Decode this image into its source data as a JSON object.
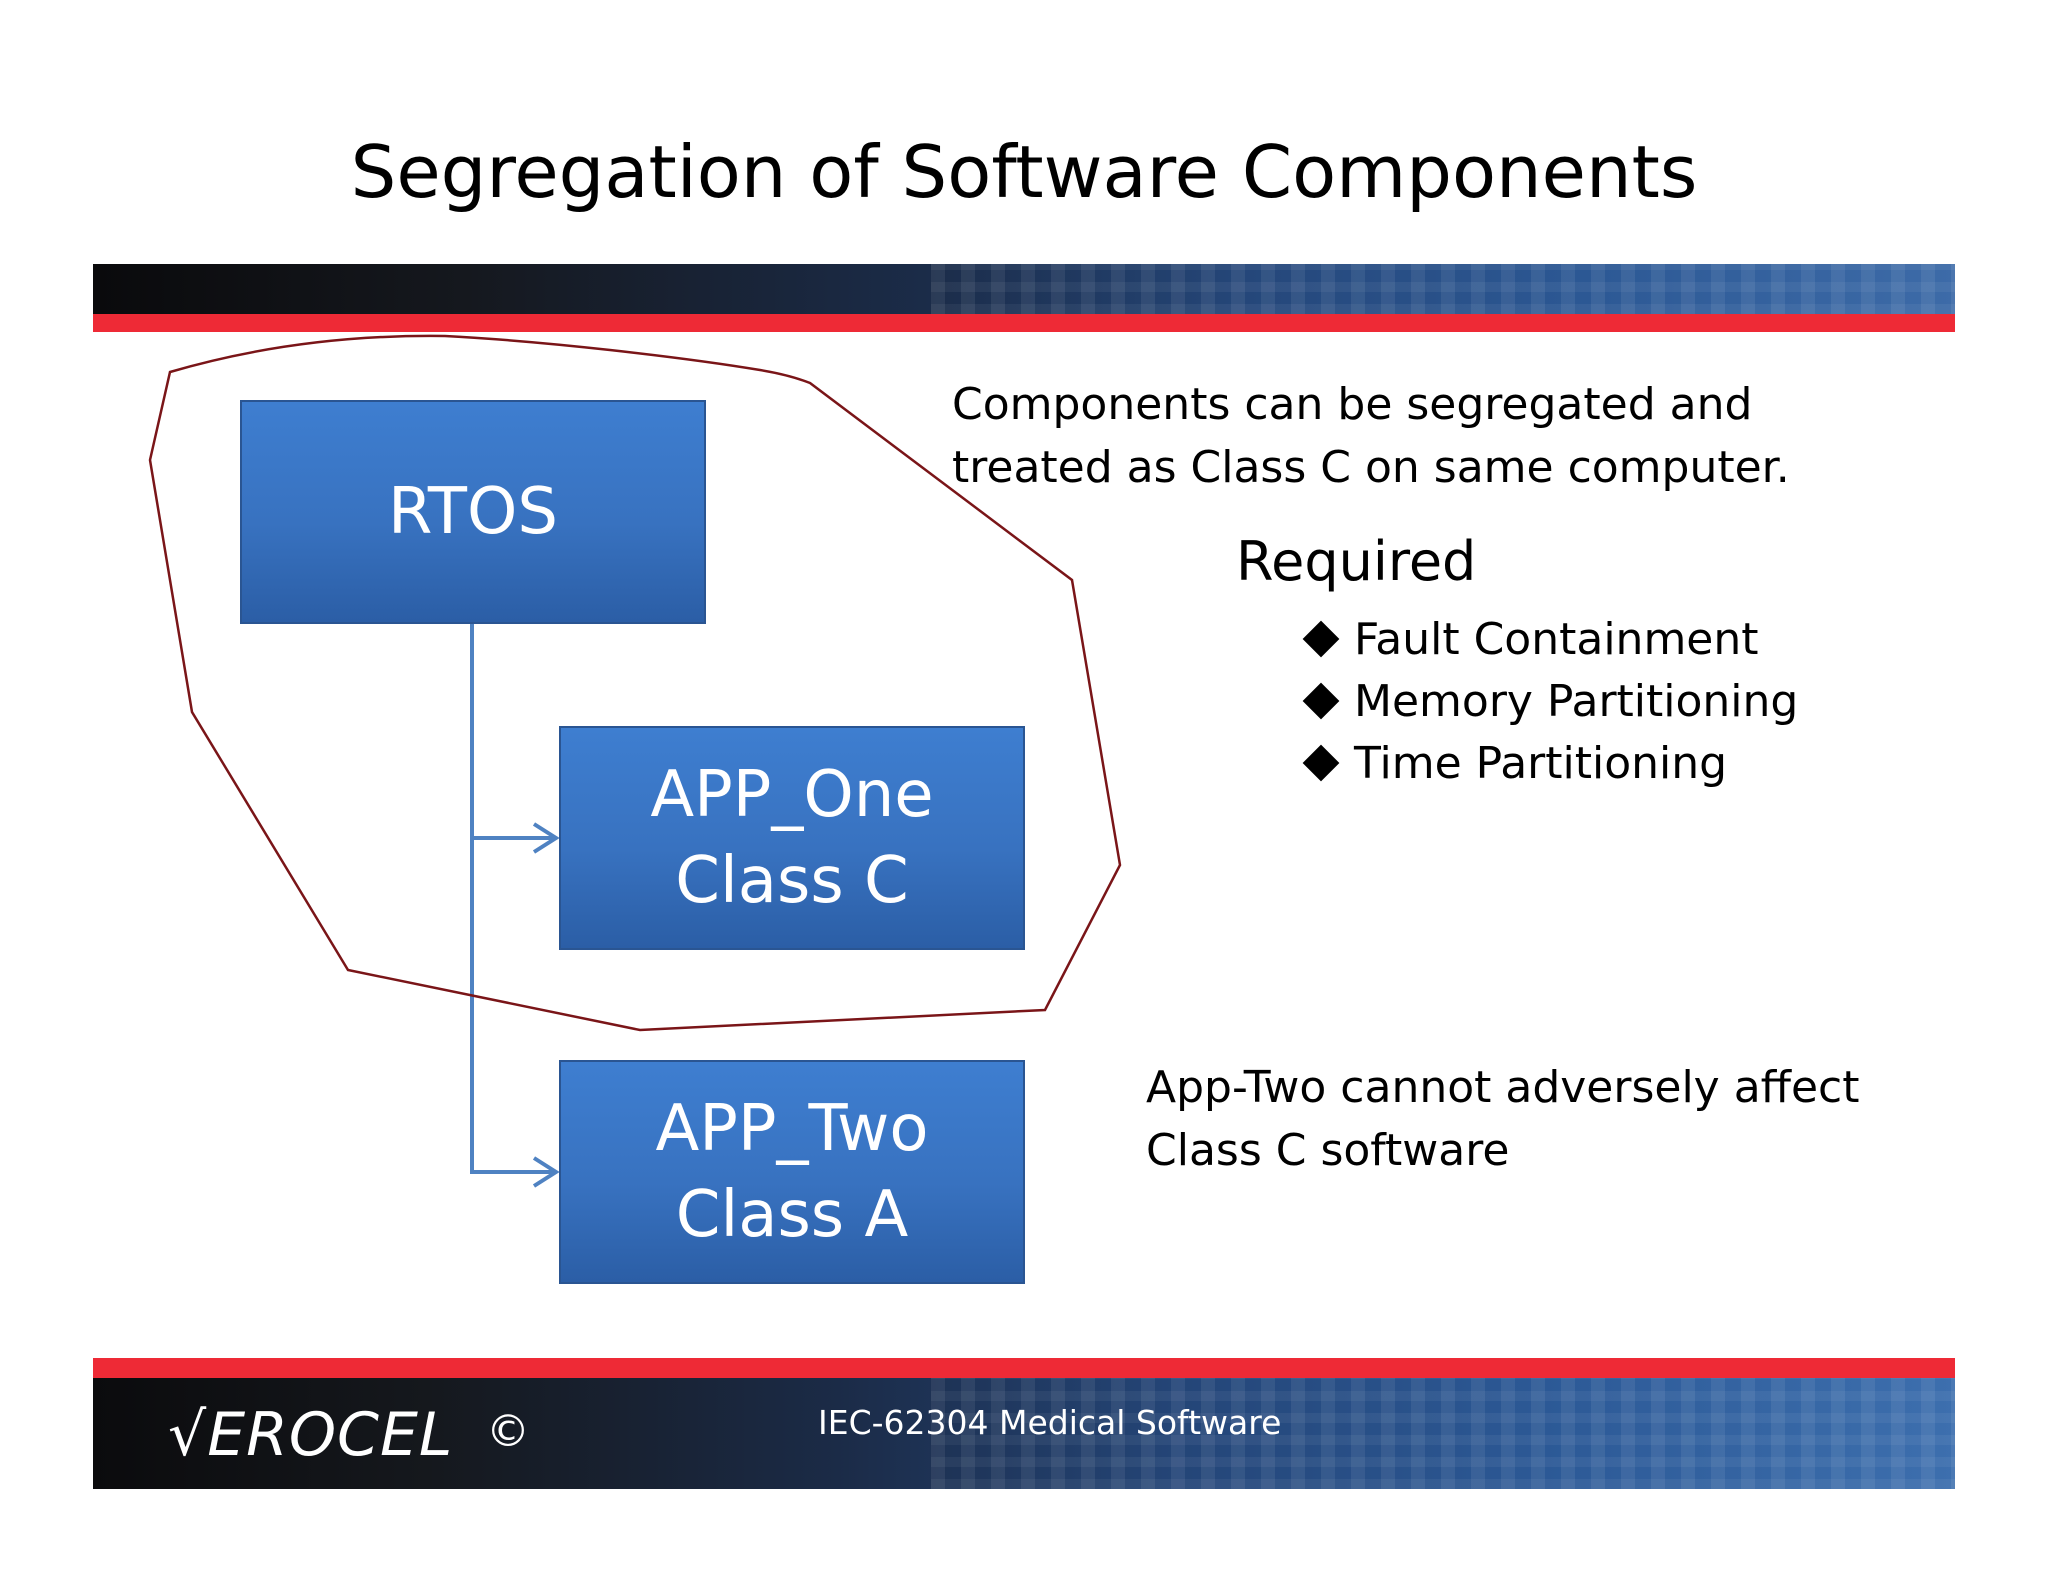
{
  "slide": {
    "title": "Segregation of Software Components"
  },
  "diagram": {
    "rtos_label": "RTOS",
    "app_one": {
      "line1": "APP_One",
      "line2": "Class C"
    },
    "app_two": {
      "line1": "APP_Two",
      "line2": "Class A"
    }
  },
  "notes": {
    "segregation_line1": "Components can be segregated and",
    "segregation_line2": "treated as Class C on same computer.",
    "required_heading": "Required",
    "required_items": [
      "Fault Containment",
      "Memory Partitioning",
      "Time Partitioning"
    ],
    "app_two_line1": "App-Two cannot adversely affect",
    "app_two_line2": "Class C software"
  },
  "footer": {
    "logo_text": "√EROCEL",
    "copyright": "©",
    "caption": "IEC-62304 Medical Software"
  },
  "colors": {
    "accent_red": "#ee2a36",
    "box_blue": "#3872c0",
    "connector_blue": "#4f82c2",
    "outline_dark_red": "#7a1518"
  }
}
